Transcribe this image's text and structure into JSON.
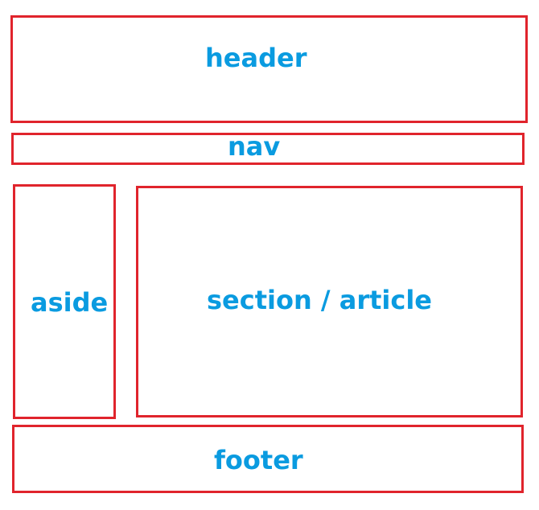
{
  "colors": {
    "border": "#e0242c",
    "label": "#0a9be0",
    "background": "#ffffff"
  },
  "blocks": {
    "header": "header",
    "nav": "nav",
    "aside": "aside",
    "section": "section / article",
    "footer": "footer"
  }
}
